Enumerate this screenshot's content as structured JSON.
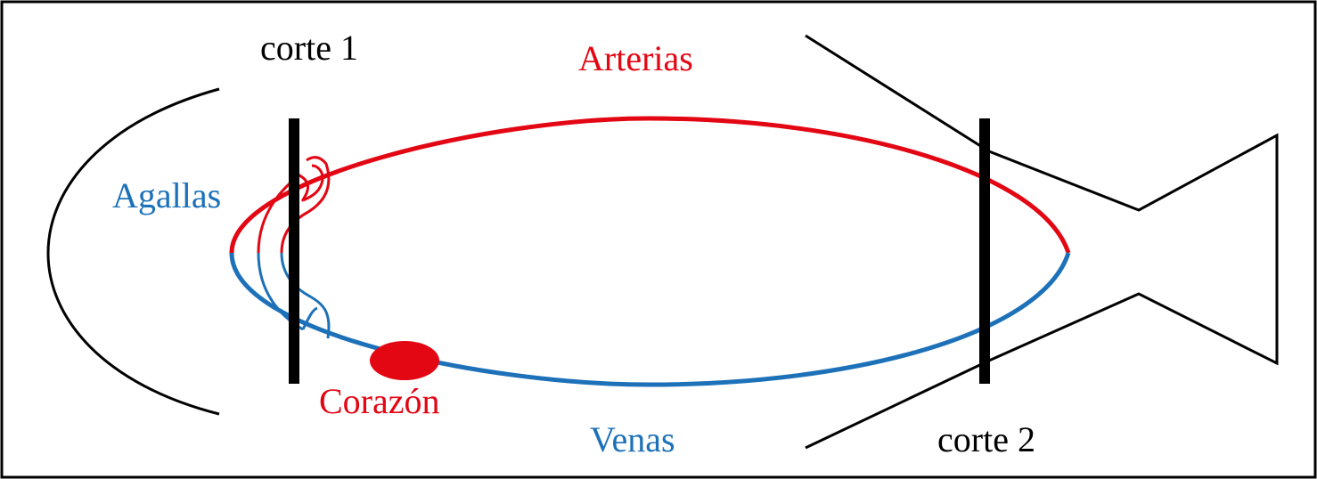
{
  "labels": {
    "corte1": "corte 1",
    "corte2": "corte 2",
    "arterias": "Arterias",
    "venas": "Venas",
    "agallas": "Agallas",
    "corazon": "Corazón"
  },
  "colors": {
    "arteries": "#e30613",
    "veins": "#1d71b8",
    "outline": "#000000",
    "heart": "#e30613",
    "background": "#ffffff"
  }
}
